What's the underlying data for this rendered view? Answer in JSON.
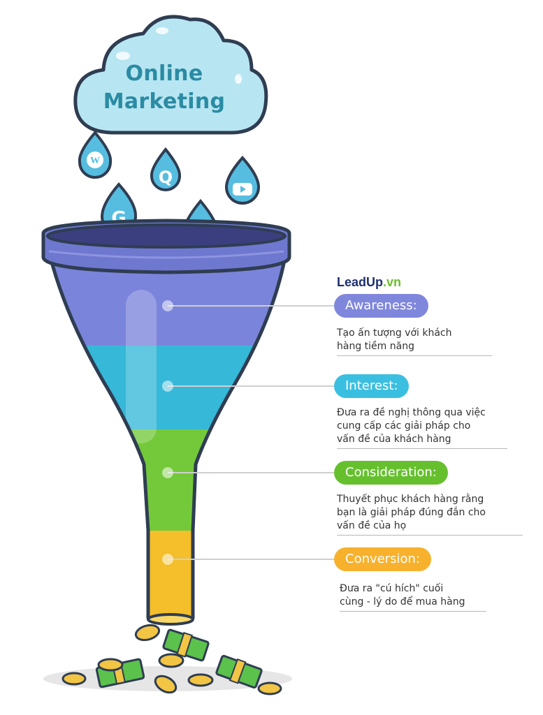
{
  "cloud": {
    "line1": "Online",
    "line2": "Marketing"
  },
  "brand": {
    "name_main": "LeadUp",
    "name_accent": ".vn"
  },
  "stages": [
    {
      "label": "Awareness:",
      "description_lines": [
        "Tạo ấn tượng với khách",
        "hàng tiềm năng"
      ],
      "color": "#7f87dd"
    },
    {
      "label": "Interest:",
      "description_lines": [
        "Đưa ra đề nghị thông qua việc",
        "cung cấp các giải pháp cho",
        "vấn đề của khách hàng"
      ],
      "color": "#3bbfe0"
    },
    {
      "label": "Consideration:",
      "description_lines": [
        "Thuyết phục khách hàng rằng",
        "bạn là giải pháp đúng đắn cho",
        "vấn đề của họ"
      ],
      "color": "#66c02e"
    },
    {
      "label": "Conversion:",
      "description_lines": [
        "Đưa ra \"cú hích\" cuối",
        "cùng - lý do để mua hàng"
      ],
      "color": "#f7b12c"
    }
  ],
  "drops": [
    {
      "icon": "wordpress-icon"
    },
    {
      "icon": "quora-icon"
    },
    {
      "icon": "youtube-icon"
    },
    {
      "icon": "google-icon"
    },
    {
      "icon": "reddit-icon"
    }
  ],
  "colors": {
    "funnel_top": "#7b84db",
    "funnel_rim": "#6f78cf",
    "funnel_interest": "#36b8d8",
    "funnel_consideration": "#74c93b",
    "funnel_conversion": "#f4bf2a",
    "cloud_fill": "#b7e6f2",
    "drop_fill": "#56bde0",
    "cash_green": "#5bc24b",
    "coin": "#f3c544"
  }
}
